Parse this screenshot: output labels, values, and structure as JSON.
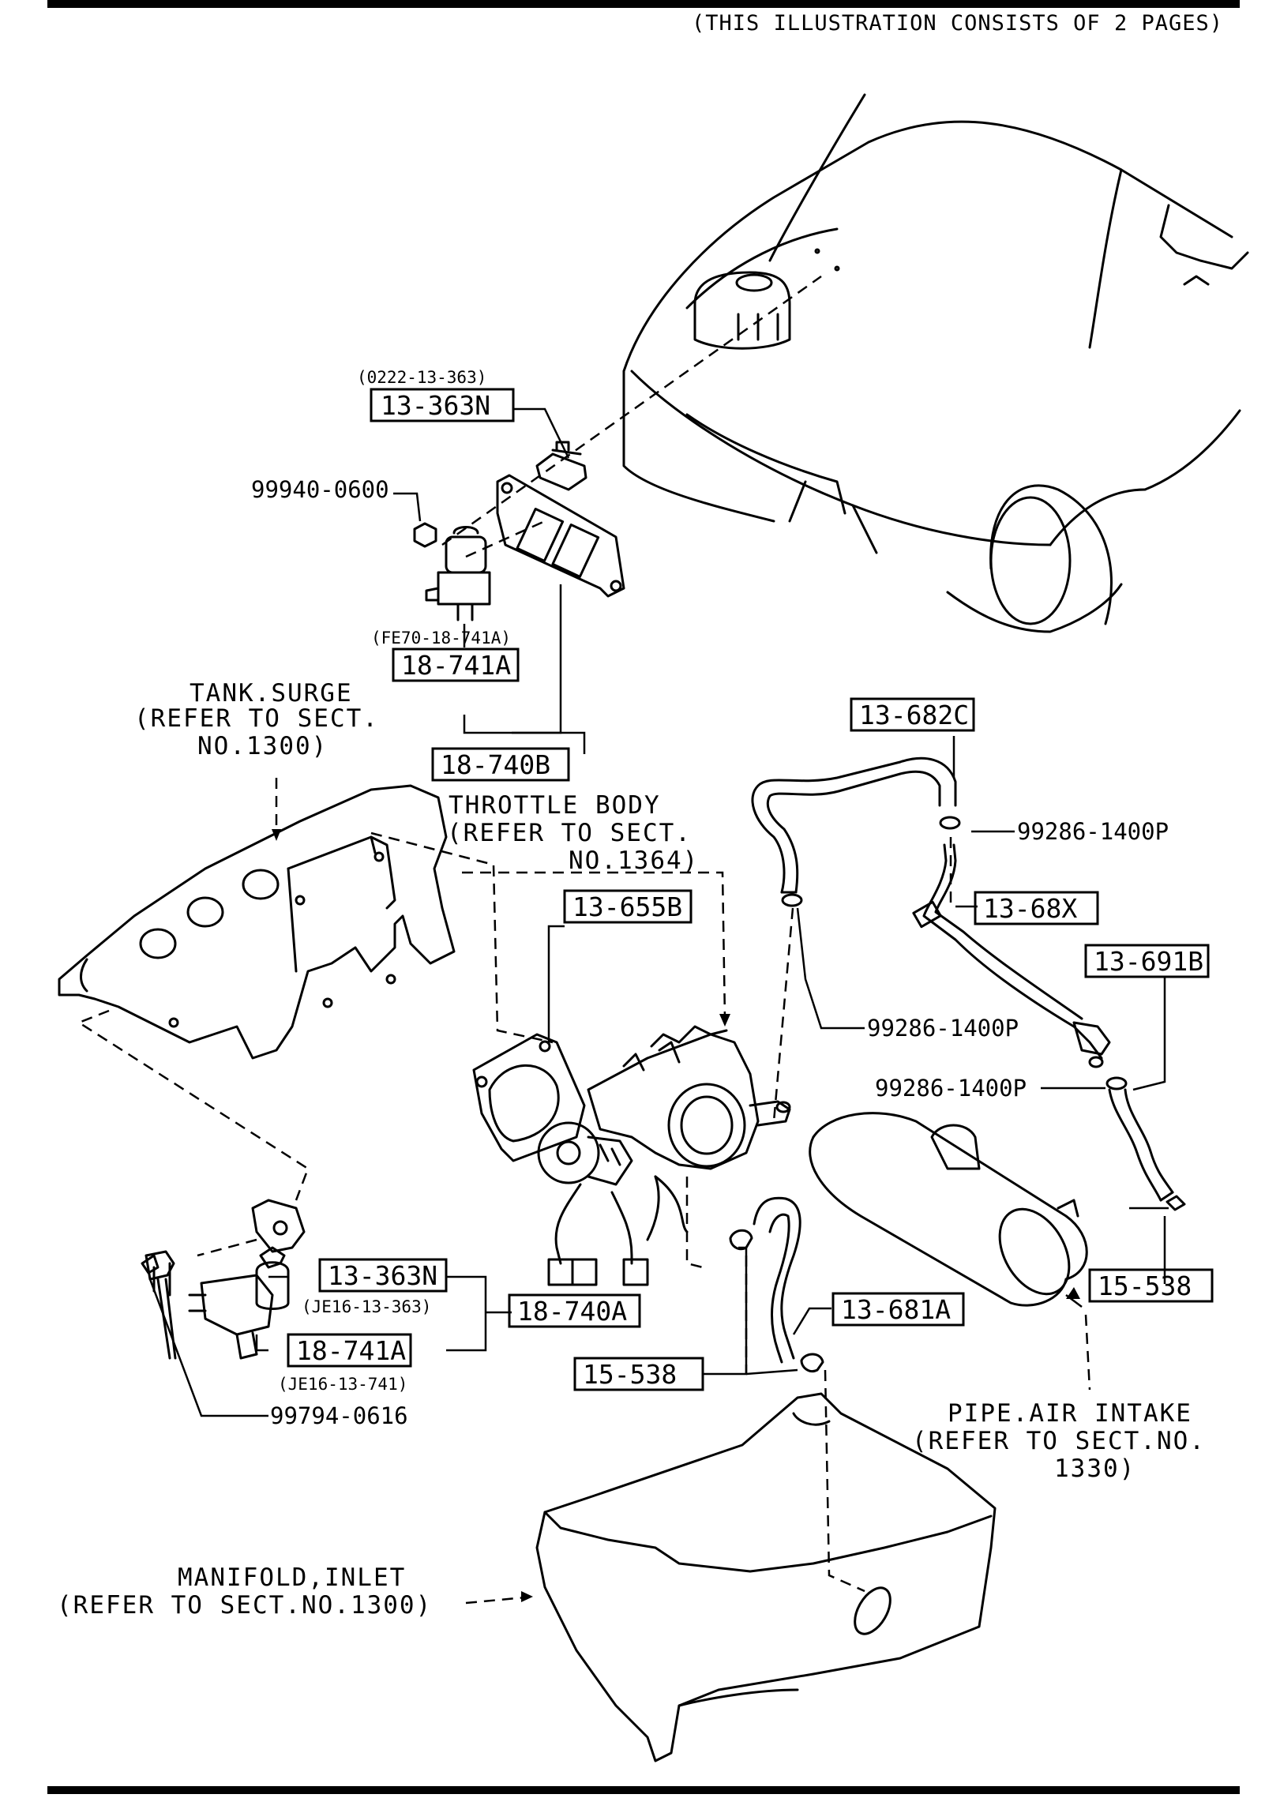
{
  "header": {
    "note": "(THIS ILLUSTRATION CONSISTS OF  2 PAGES)"
  },
  "boxed_parts": {
    "p13_363N_top": "13-363N",
    "p18_741A_top": "18-741A",
    "p18_740B": "18-740B",
    "p13_682C": "13-682C",
    "p13_68X": "13-68X",
    "p13_691B": "13-691B",
    "p13_655B": "13-655B",
    "p13_363N_bottom": "13-363N",
    "p18_740A": "18-740A",
    "p18_741A_bottom": "18-741A",
    "p13_681A": "13-681A",
    "p15_538_left": "15-538",
    "p15_538_right": "15-538"
  },
  "sub_numbers": {
    "s0222_13_363": "(0222-13-363)",
    "sFE70_18_741A": "(FE70-18-741A)",
    "sJE16_13_363": "(JE16-13-363)",
    "sJE16_13_741": "(JE16-13-741)"
  },
  "plain_parts": {
    "p99940_0600": "99940-0600",
    "p99286_1400P_a": "99286-1400P",
    "p99286_1400P_b": "99286-1400P",
    "p99286_1400P_c": "99286-1400P",
    "p99794_0616": "99794-0616"
  },
  "descriptions": {
    "tank_surge": [
      "TANK.SURGE",
      "(REFER TO SECT.",
      "NO.1300)"
    ],
    "throttle_body": [
      "THROTTLE BODY",
      "(REFER TO SECT.",
      "NO.1364)"
    ],
    "pipe_air_intake": [
      "PIPE.AIR INTAKE",
      "(REFER TO SECT.NO.",
      "1330)"
    ],
    "manifold_inlet": [
      "MANIFOLD,INLET",
      "(REFER TO SECT.NO.1300)"
    ]
  }
}
